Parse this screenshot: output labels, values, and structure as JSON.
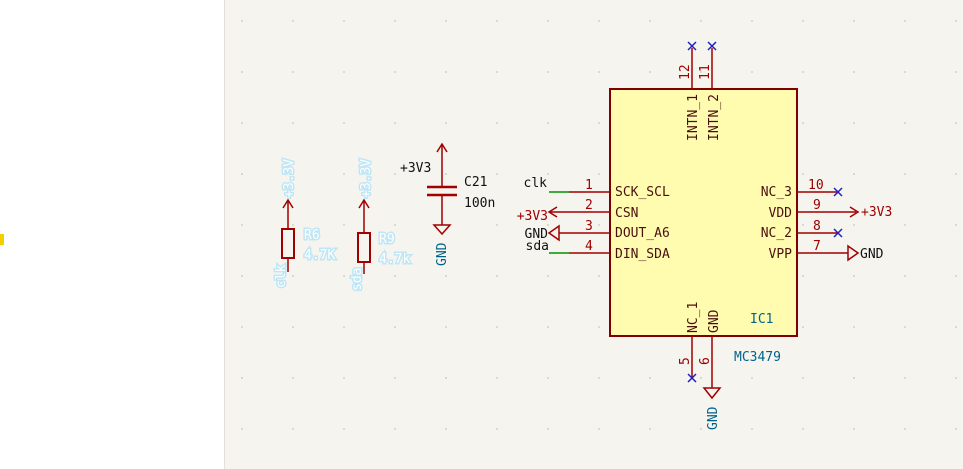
{
  "ic": {
    "ref": "IC1",
    "value": "MC3479",
    "left_pins": [
      {
        "num": "1",
        "name": "SCK_SCL"
      },
      {
        "num": "2",
        "name": "CSN"
      },
      {
        "num": "3",
        "name": "DOUT_A6"
      },
      {
        "num": "4",
        "name": "DIN_SDA"
      }
    ],
    "right_pins": [
      {
        "num": "10",
        "name": "NC_3"
      },
      {
        "num": "9",
        "name": "VDD"
      },
      {
        "num": "8",
        "name": "NC_2"
      },
      {
        "num": "7",
        "name": "VPP"
      }
    ],
    "top_pins": [
      {
        "num": "12",
        "name": "INTN_1"
      },
      {
        "num": "11",
        "name": "INTN_2"
      }
    ],
    "bottom_pins": [
      {
        "num": "5",
        "name": "NC_1"
      },
      {
        "num": "6",
        "name": "GND"
      }
    ]
  },
  "nets": {
    "clk": "clk",
    "sda": "sda",
    "v33": "+3V3",
    "gnd": "GND",
    "v3_3": "+3.3V"
  },
  "r6": {
    "ref": "R6",
    "value": "4.7K",
    "power": "+3.3V",
    "net": "clk"
  },
  "r9": {
    "ref": "R9",
    "value": "4.7k",
    "power": "+3.3V",
    "net": "sda"
  },
  "c21": {
    "ref": "C21",
    "value": "100n",
    "power": "+3V3",
    "gnd": "GND"
  },
  "colors": {
    "wire": "#009000",
    "pin": "#a00000",
    "body_fill": "#fffcb0",
    "body_stroke": "#800000",
    "field": "#00638c",
    "noconnect": "#2020c0",
    "canvas": "#f5f4ef"
  }
}
